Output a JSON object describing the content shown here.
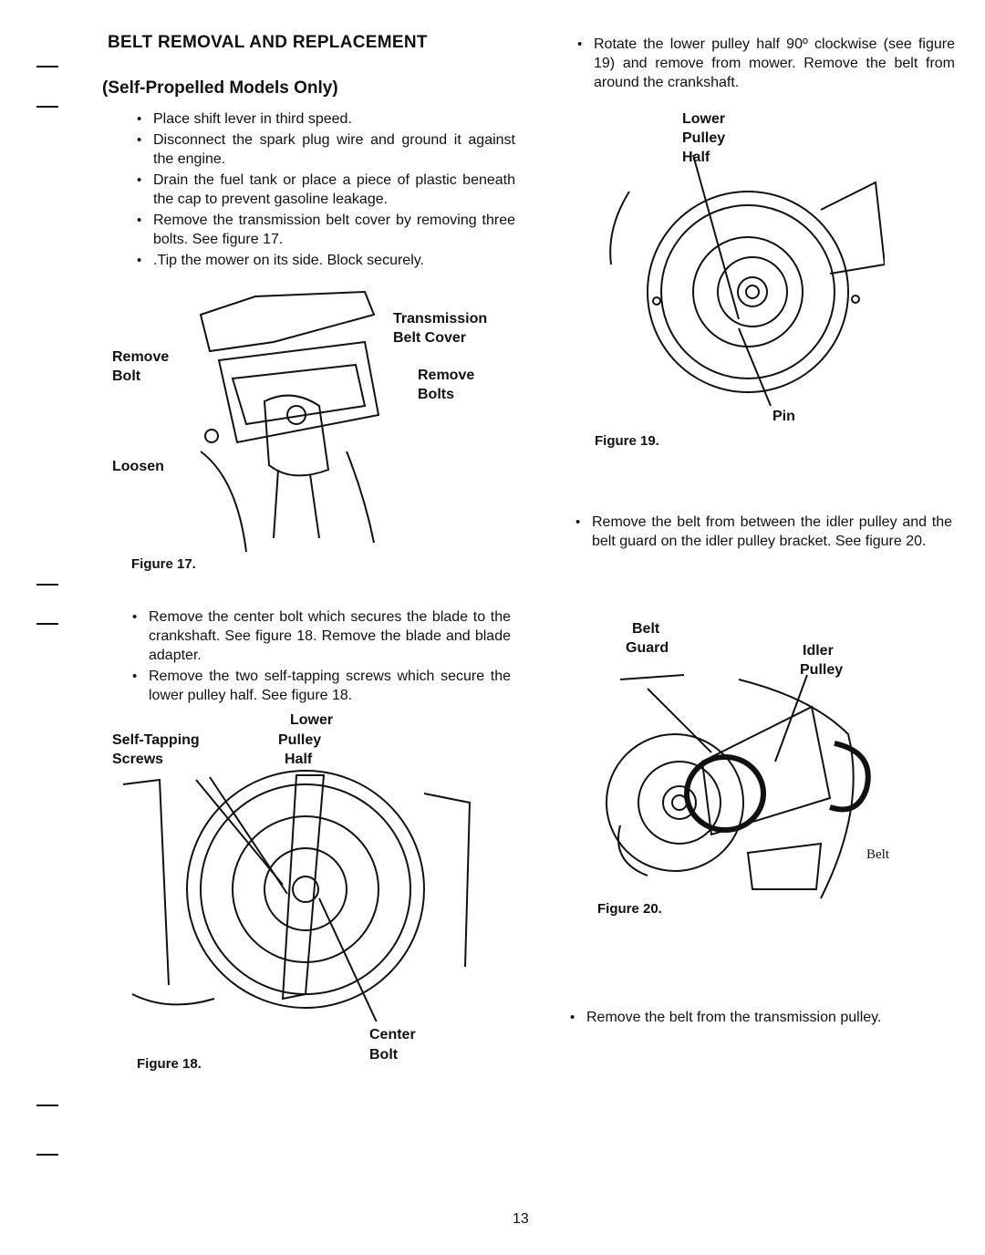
{
  "section": {
    "title": "BELT REMOVAL AND REPLACEMENT",
    "subtitle": "(Self-Propelled Models Only)"
  },
  "left_steps": [
    "Place shift lever in third speed.",
    "Disconnect the spark plug wire and ground it against the engine.",
    "Drain the fuel tank or place a piece of plastic beneath the cap to prevent gasoline leakage.",
    "Remove the transmission belt cover by removing three bolts. See figure 17.",
    ".Tip the mower on its side. Block securely."
  ],
  "fig17": {
    "caption": "Figure 17.",
    "labels": {
      "transmission": "Transmission",
      "belt_cover": "Belt Cover",
      "remove1": "Remove",
      "bolt": "Bolt",
      "remove2": "Remove",
      "bolts": "Bolts",
      "loosen": "Loosen"
    }
  },
  "left_steps2": [
    "Remove the center bolt which secures the blade to the crankshaft. See figure 18. Remove the blade and blade adapter.",
    "Remove the two self-tapping screws which secure the lower pulley half. See figure 18."
  ],
  "fig18": {
    "caption": "Figure 18.",
    "labels": {
      "self_tapping": "Self-Tapping",
      "screws": "Screws",
      "lower": "Lower",
      "pulley": "Pulley",
      "half": "Half",
      "center": "Center",
      "bolt": "Bolt"
    }
  },
  "right_step1": "Rotate the lower pulley half 90º clockwise (see figure 19) and remove from mower. Remove the belt from around the crankshaft.",
  "fig19": {
    "caption": "Figure 19.",
    "labels": {
      "lower": "Lower",
      "pulley": "Pulley",
      "half": "Half",
      "pin": "Pin"
    }
  },
  "right_step2": "Remove the belt from between the idler pulley and the belt guard on the idler pulley bracket. See figure 20.",
  "fig20": {
    "caption": "Figure 20.",
    "labels": {
      "belt": "Belt",
      "guard": "Guard",
      "idler": "Idler",
      "pulley": "Pulley",
      "belt2": "Belt"
    }
  },
  "right_step3": "Remove the belt from the transmission pulley.",
  "page_number": "13"
}
